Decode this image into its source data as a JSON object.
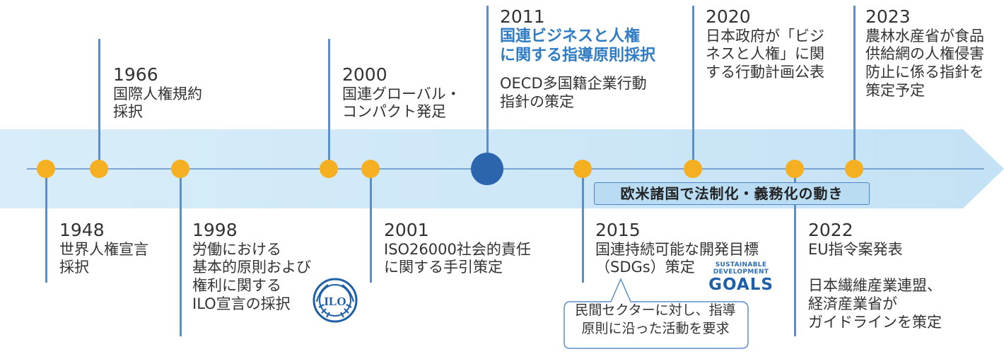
{
  "movement_label": "欧米諸国で法制化・義務化の動き",
  "events_top": [
    {
      "year": "1966",
      "lines": [
        "国際人権規約",
        "採択"
      ]
    },
    {
      "year": "2000",
      "lines": [
        "国連グローバル・",
        "コンパクト発足"
      ]
    },
    {
      "year": "2011",
      "highlight": [
        "国連ビジネスと人権",
        "に関する指導原則採択"
      ],
      "lines": [
        "OECD多国籍企業行動",
        "指針の策定"
      ]
    },
    {
      "year": "2020",
      "lines": [
        "日本政府が「ビジ",
        "ネスと人権」に関",
        "する行動計画公表"
      ]
    },
    {
      "year": "2023",
      "lines": [
        "農林水産省が食品",
        "供給網の人権侵害",
        "防止に係る指針を",
        "策定予定"
      ]
    }
  ],
  "events_bottom": [
    {
      "year": "1948",
      "lines": [
        "世界人権宣言",
        "採択"
      ]
    },
    {
      "year": "1998",
      "lines": [
        "労働における",
        "基本的原則および",
        "権利に関する",
        "ILO宣言の採択"
      ]
    },
    {
      "year": "2001",
      "lines": [
        "ISO26000社会的責任",
        "に関する手引策定"
      ]
    },
    {
      "year": "2015",
      "lines": [
        "国連持続可能な開発目標",
        "（SDGs）策定"
      ]
    },
    {
      "year": "2022",
      "lines": [
        "EU指令案発表"
      ],
      "lines2": [
        "日本繊維産業連盟、",
        "経済産業省が",
        "ガイドラインを策定"
      ]
    }
  ],
  "callout": {
    "lines": [
      "民間セクターに対し、指導",
      "原則に沿った活動を要求"
    ]
  },
  "sdg_logo": {
    "line1": "SUSTAINABLE",
    "line2": "DEVELOPMENT",
    "line3": "GOALS"
  },
  "ilo_logo": {
    "text": "ILO"
  },
  "colors": {
    "band": "#cfe7f6",
    "dot": "#f5b022",
    "highlight_dot": "#2a65ad",
    "line": "#5b8fc7",
    "highlight_text": "#2f7bc4"
  }
}
